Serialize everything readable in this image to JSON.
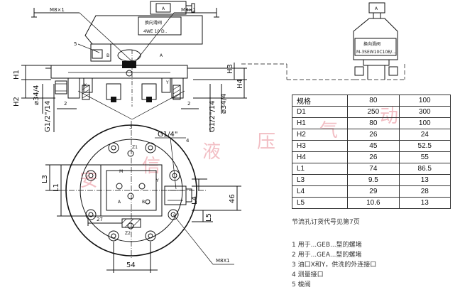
{
  "views": {
    "side": {
      "labels": {
        "bolt_left": "M8×1",
        "bolt_right": "M8×1",
        "valve_plate_text": "换向滑阀",
        "valve_model": "4WE 10 D..",
        "port_a_top": "A",
        "port_a": "A",
        "port_b": "B",
        "port_x": "X",
        "port_y": "Y",
        "callout_5": "5",
        "callout_2_left": "2",
        "callout_2_right": "2",
        "callout_3": "3",
        "h1": "H1",
        "h2": "H2",
        "h3": "H3",
        "h4": "H4",
        "dia_left": "⌀34/4",
        "thread_left": "G1/2\"/14",
        "thread_right": "G1/2\"/14",
        "dia_right": "⌀34/4"
      }
    },
    "alt_valve": {
      "port_a": "A",
      "valve_plate_text": "换向滑阀",
      "valve_model": "M-3SEW10C10B/..."
    },
    "plan": {
      "labels": {
        "gauge_thread": "G1/4\"",
        "callout_4": "4",
        "z1": "Z1",
        "m": "M",
        "z2": "Z2",
        "l3": "L3",
        "l1": "L1",
        "l4": "L4",
        "l5": "L5",
        "dim_46": "46",
        "dim_27": "27",
        "dim_54": "54",
        "port_a": "A",
        "port_b": "B",
        "port_y": "Y",
        "bolt": "M8X1"
      }
    }
  },
  "watermark": [
    "安",
    "信",
    "液",
    "压",
    "气",
    "动"
  ],
  "spec_table": {
    "header": [
      "规格",
      "80",
      "100"
    ],
    "rows": [
      [
        "D1",
        "250",
        "300"
      ],
      [
        "H1",
        "80",
        "100"
      ],
      [
        "H2",
        "26",
        "24"
      ],
      [
        "H3",
        "45",
        "52.5"
      ],
      [
        "H4",
        "26",
        "55"
      ],
      [
        "L1",
        "74",
        "86.5"
      ],
      [
        "L3",
        "9.5",
        "13"
      ],
      [
        "L4",
        "29",
        "28"
      ],
      [
        "L5",
        "10.6",
        "13"
      ]
    ]
  },
  "order_note": "节流孔订货代号见第7页",
  "notes": [
    "1 用于...GEB...型的螺堵",
    "2 用于...GEA...型的螺堵",
    "3 油口X和Y，供洗的外连接口",
    "4 测量接口",
    "5 梭阀"
  ]
}
